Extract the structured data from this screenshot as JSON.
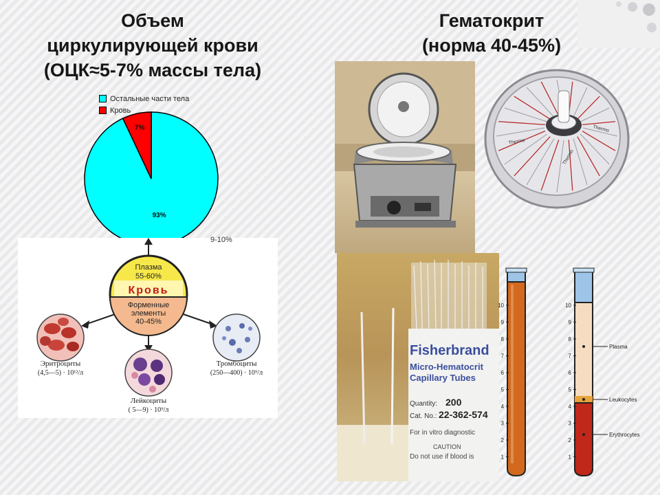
{
  "titles": {
    "left": [
      "Объем",
      "циркулирующей крови",
      "(ОЦК≈5-7% массы тела)"
    ],
    "right": [
      "Гематокрит",
      "(норма 40-45%)"
    ]
  },
  "colors": {
    "cyan": "#00FFFF",
    "red": "#FF0000",
    "tube_orange": "#D2691E",
    "tube_red": "#C0281A"
  },
  "chart_data": {
    "type": "pie",
    "series": [
      {
        "name": "Остальные части тела",
        "value": 93,
        "label": "93%",
        "color": "#00FFFF"
      },
      {
        "name": "Кровь",
        "value": 7,
        "label": "7%",
        "color": "#FF0000"
      }
    ],
    "legend_position": "top-left"
  },
  "diagram": {
    "partial_label": "9-10%",
    "center": {
      "plasma_label": "Плазма",
      "plasma_value": "55-60%",
      "blood_label": "Кровь",
      "elements_label_1": "Форменные",
      "elements_label_2": "элементы",
      "elements_value": "40-45%"
    },
    "cells": [
      {
        "name": "Эритроциты",
        "count": "(4,5—5) · 10¹²/л"
      },
      {
        "name": "Лейкоциты",
        "count": "( 5—9) · 10⁹/л"
      },
      {
        "name": "Тромбоциты",
        "count": "(250—400) · 10⁹/л"
      }
    ]
  },
  "capillary_box": {
    "brand": "Fisherbrand",
    "line1": "Micro-Hematocrit",
    "line2": "Capillary Tubes",
    "quantity_label": "Quantity:",
    "quantity_value": "200",
    "cat_label": "Cat. No.:",
    "cat_value": "22-362-574",
    "note1": "For in vitro diagnostic",
    "caution": "CAUTION",
    "note2": "Do not use if blood is"
  },
  "tubes": {
    "scale": [
      "10",
      "9",
      "8",
      "7",
      "6",
      "5",
      "4",
      "3",
      "2",
      "1"
    ],
    "labels": [
      "Plasma",
      "Leukocytes",
      "Erythrocytes"
    ]
  },
  "rotor": {
    "label_1": "Thermo",
    "label_2": "Thermo",
    "label_3": "Thermo"
  }
}
